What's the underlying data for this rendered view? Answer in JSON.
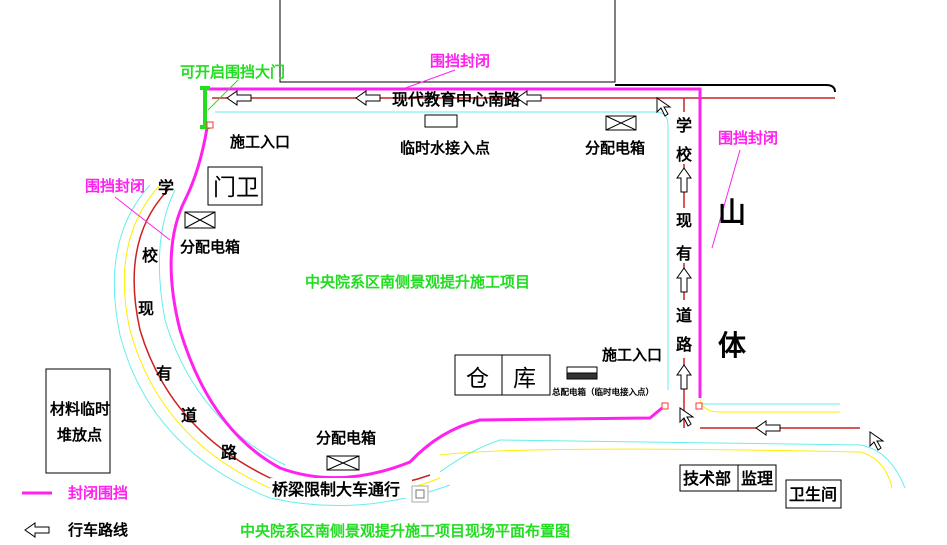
{
  "title": "中央院系区南侧景观提升施工项目现场平面布置图",
  "project_label": "中央院系区南侧景观提升施工项目",
  "gate_label": "可开启围挡大门",
  "enclosure_labels": [
    "围挡封闭",
    "围挡封闭",
    "围挡封闭"
  ],
  "roads": {
    "north": "现代教育中心南路",
    "east_chars": [
      "学",
      "校",
      "现",
      "有",
      "道",
      "路"
    ],
    "west_chars": [
      "学",
      "校",
      "现",
      "有",
      "道",
      "路"
    ],
    "bridge": "桥梁限制大车通行"
  },
  "facilities": {
    "entrance_1": "施工入口",
    "entrance_2": "施工入口",
    "water_point": "临时水接入点",
    "dist_box_1": "分配电箱",
    "dist_box_2": "分配电箱",
    "dist_box_3": "分配电箱",
    "guard": "门卫",
    "warehouse": [
      "仓",
      "库"
    ],
    "main_power": "总配电箱（临时电接入点）",
    "material_area": [
      "材料临时",
      "堆放点"
    ],
    "tech_dept": "技术部",
    "supervisor": "监理",
    "toilet": "卫生间"
  },
  "mountain": [
    "山",
    "体"
  ],
  "legend": {
    "enclosure": "封闭围挡",
    "route": "行车路线"
  },
  "colors": {
    "enclosure": "#ff22ee",
    "gate": "#22dd22",
    "road_center": "#cc2222",
    "road_edge_cyan": "#66eeee",
    "road_edge_yellow": "#ffee00"
  }
}
